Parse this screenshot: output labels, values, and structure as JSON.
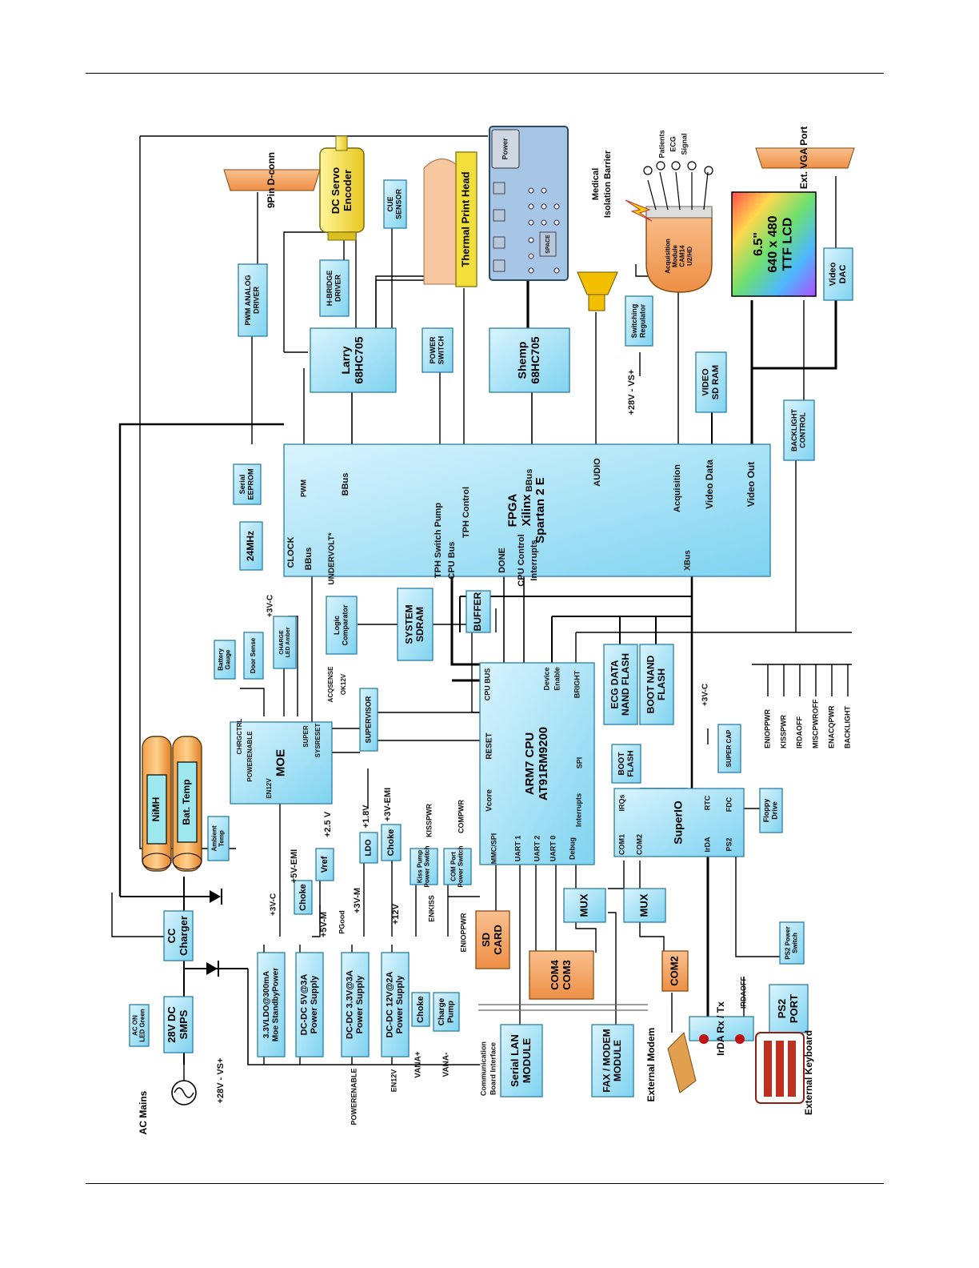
{
  "blocks": {
    "fpga": [
      "FPGA",
      "Xilinx",
      "Spartan 2 E"
    ],
    "cpu": [
      "ARM7 CPU",
      "AT91RM9200"
    ],
    "moe": [
      "MOE"
    ],
    "larry": [
      "Larry",
      "68HC705"
    ],
    "shemp": [
      "Shemp",
      "68HC705"
    ],
    "superio": [
      "SuperIO"
    ],
    "smps": [
      "28V DC",
      "SMPS"
    ],
    "charger": [
      "CC",
      "Charger"
    ],
    "ps_33ldo": [
      "3.3VLDO@300mA",
      "Moe StandbyPower"
    ],
    "ps_5v": [
      "DC-DC 5V@3A",
      "Power Supply"
    ],
    "ps_33v": [
      "DC-DC 3.3V@3A",
      "Power Supply"
    ],
    "ps_12v": [
      "DC-DC 12V@2A",
      "Power Supply"
    ],
    "choke1": [
      "Choke"
    ],
    "vref": [
      "Vref"
    ],
    "ldo": [
      "LDO"
    ],
    "choke2": [
      "Choke"
    ],
    "choke3": [
      "Choke"
    ],
    "charge_pump": [
      "Charge",
      "Pump"
    ],
    "kiss_pump": [
      "Kiss Pump",
      "Power Switch"
    ],
    "com_port_switch": [
      "COM Port",
      "Power Switch"
    ],
    "supervisor": [
      "SUPERVISOR"
    ],
    "logic_comp": [
      "Logic",
      "Comparator"
    ],
    "system_sdram": [
      "SYSTEM",
      "SDRAM"
    ],
    "buffer": [
      "BUFFER"
    ],
    "ecg_nand": [
      "ECG DATA",
      "NAND FLASH"
    ],
    "boot_nand": [
      "BOOT NAND",
      "FLASH"
    ],
    "boot_flash": [
      "BOOT",
      "FLASH"
    ],
    "serial_eeprom": [
      "Serial",
      "EEPROM"
    ],
    "osc": [
      "24MHz"
    ],
    "pwm_driver": [
      "PWM ANALOG",
      "DRIVER"
    ],
    "hbridge": [
      "H-BRIDGE",
      "DRIVER"
    ],
    "cue_sensor": [
      "CUE",
      "SENSOR"
    ],
    "power_switch": [
      "POWER",
      "SWITCH"
    ],
    "switching_reg": [
      "Switching",
      "Regulator"
    ],
    "video_sdram": [
      "VIDEO",
      "SD RAM"
    ],
    "backlight_ctrl": [
      "BACKLIGHT",
      "CONTROL"
    ],
    "video_dac": [
      "Video",
      "DAC"
    ],
    "sd_card": [
      "SD",
      "CARD"
    ],
    "com43": [
      "COM4",
      "COM3"
    ],
    "mux1": [
      "MUX"
    ],
    "mux2": [
      "MUX"
    ],
    "com2": [
      "COM2"
    ],
    "serial_lan": [
      "Serial LAN",
      "MODULE"
    ],
    "fax_modem": [
      "FAX / MODEM",
      "MODULE"
    ],
    "irda": [
      "IrDA Rx / Tx"
    ],
    "ps2_port": [
      "PS2",
      "PORT"
    ],
    "ps2_switch": [
      "PS2 Power",
      "Switch"
    ],
    "floppy": [
      "Floppy",
      "Drive"
    ],
    "super_cap": [
      "SUPER CAP"
    ],
    "battery_gauge": [
      "Battery",
      "Gauge"
    ],
    "door_sense": [
      "Door Sense"
    ],
    "charge_led": [
      "CHARGE",
      "LED Amber"
    ],
    "ac_led": [
      "AC ON",
      "LED Green"
    ],
    "ambient_temp": [
      "Ambient",
      "Temp"
    ],
    "nimh": [
      "NiMH"
    ],
    "bat_temp": [
      "Bat. Temp"
    ],
    "dc_servo": [
      "DC Servo",
      "Encoder"
    ],
    "thermal_head": [
      "Thermal Print Head"
    ],
    "lcd": [
      "6.5\"",
      "640 x 480",
      "TTF LCD"
    ],
    "acq_module": [
      "Acquisition",
      "Module",
      "CAM14",
      "U2/HD"
    ],
    "dconn": [
      "9Pin D-conn"
    ],
    "vga_port": [
      "Ext. VGA Port"
    ]
  },
  "keypad": {
    "power": "Power",
    "space": "SPACE"
  },
  "fpga_pins": {
    "pwm": "PWM",
    "bbus_top": "BBus",
    "tph_switch": "TPH Switch Pump",
    "tph_control": "TPH Control",
    "bbus_right": "BBus",
    "audio": "AUDIO",
    "acquisition": "Acquisition",
    "video_data": "Video Data",
    "video_out": "Video Out",
    "clock": "CLOCK",
    "bbus_left": "BBus",
    "undervolt": "UNDERVOLT*",
    "cpu_bus": "CPU Bus",
    "done": "DONE",
    "cpu_control": "CPU Control",
    "interrupts": "Interrupts",
    "xbus": "XBus"
  },
  "cpu_pins": {
    "cpu_bus": "CPU BUS",
    "device_enable": [
      "Device",
      "Enable"
    ],
    "bright": "BRIGHT",
    "reset": "RESET",
    "vcore": "Vcore",
    "spi": "SPI",
    "interrupts": "Interrupts",
    "mmc_spi": "MMC/SPI",
    "uart1": "UART 1",
    "uart2": "UART 2",
    "uart0": "UART 0",
    "debug": "Debug"
  },
  "moe_pins": {
    "chrgctrl": "CHRGCTRL",
    "powerenable": "POWERENABLE",
    "en12v": "EN12V",
    "super": "SUPER",
    "sysreset": "SYSRESET"
  },
  "superio_pins": {
    "irqs": "IRQs",
    "rtc": "RTC",
    "fdc": "FDC",
    "com1": "COM1",
    "com2": "COM2",
    "irda": "IrDA",
    "ps2": "PS2"
  },
  "rails": {
    "v28_left": "+28V - VS+",
    "v28_acq": "+28V - VS+",
    "v3c_top": "+3V-C",
    "v3c_mid": "+3V-C",
    "v3c_right": "+3V-C",
    "v5emi": "+5V-EMI",
    "v25": "+2.5 V",
    "v5m": "+5V-M",
    "v3m": "+3V-M",
    "v18": "+1.8V",
    "v3emi": "+3V-EMI",
    "v12": "+12V",
    "vana_p": "VANA+",
    "vana_m": "VANA-",
    "en12v": "EN12V",
    "powerenable": "POWERENABLE",
    "pgood": "PGood",
    "kisspwr": "KISSPWR",
    "enkiss": "ENKISS",
    "compwr": "COMPWR",
    "enioppwr": "ENIOPPWR",
    "acqsense": "ACQSENSE",
    "ok12v": "OK12V",
    "irdaoff": "IRDAOFF"
  },
  "bus_signals": [
    "ENIOPPWR",
    "KISSPWR",
    "IRDAOFF",
    "MISCPWROFF",
    "ENACQPWR",
    "BACKLIGHT"
  ],
  "labels": {
    "ac_mains": "AC Mains",
    "comm_board": [
      "Communication",
      "Board Interface"
    ],
    "ext_modem": "External Modem",
    "ext_keyboard": "External Keyboard",
    "patients_ecg": [
      "Patients",
      "ECG",
      "Signal"
    ],
    "isolation": [
      "Medical",
      "Isolation Barrier"
    ]
  },
  "colors": {
    "block_fill": "#a9e3f5",
    "block_fill_light": "#d2f1fb",
    "orange": "#f5a96a",
    "yellow": "#f7e24a",
    "panel_blue": "#9fc3e6",
    "lcd_bg": "#b06ad2"
  }
}
